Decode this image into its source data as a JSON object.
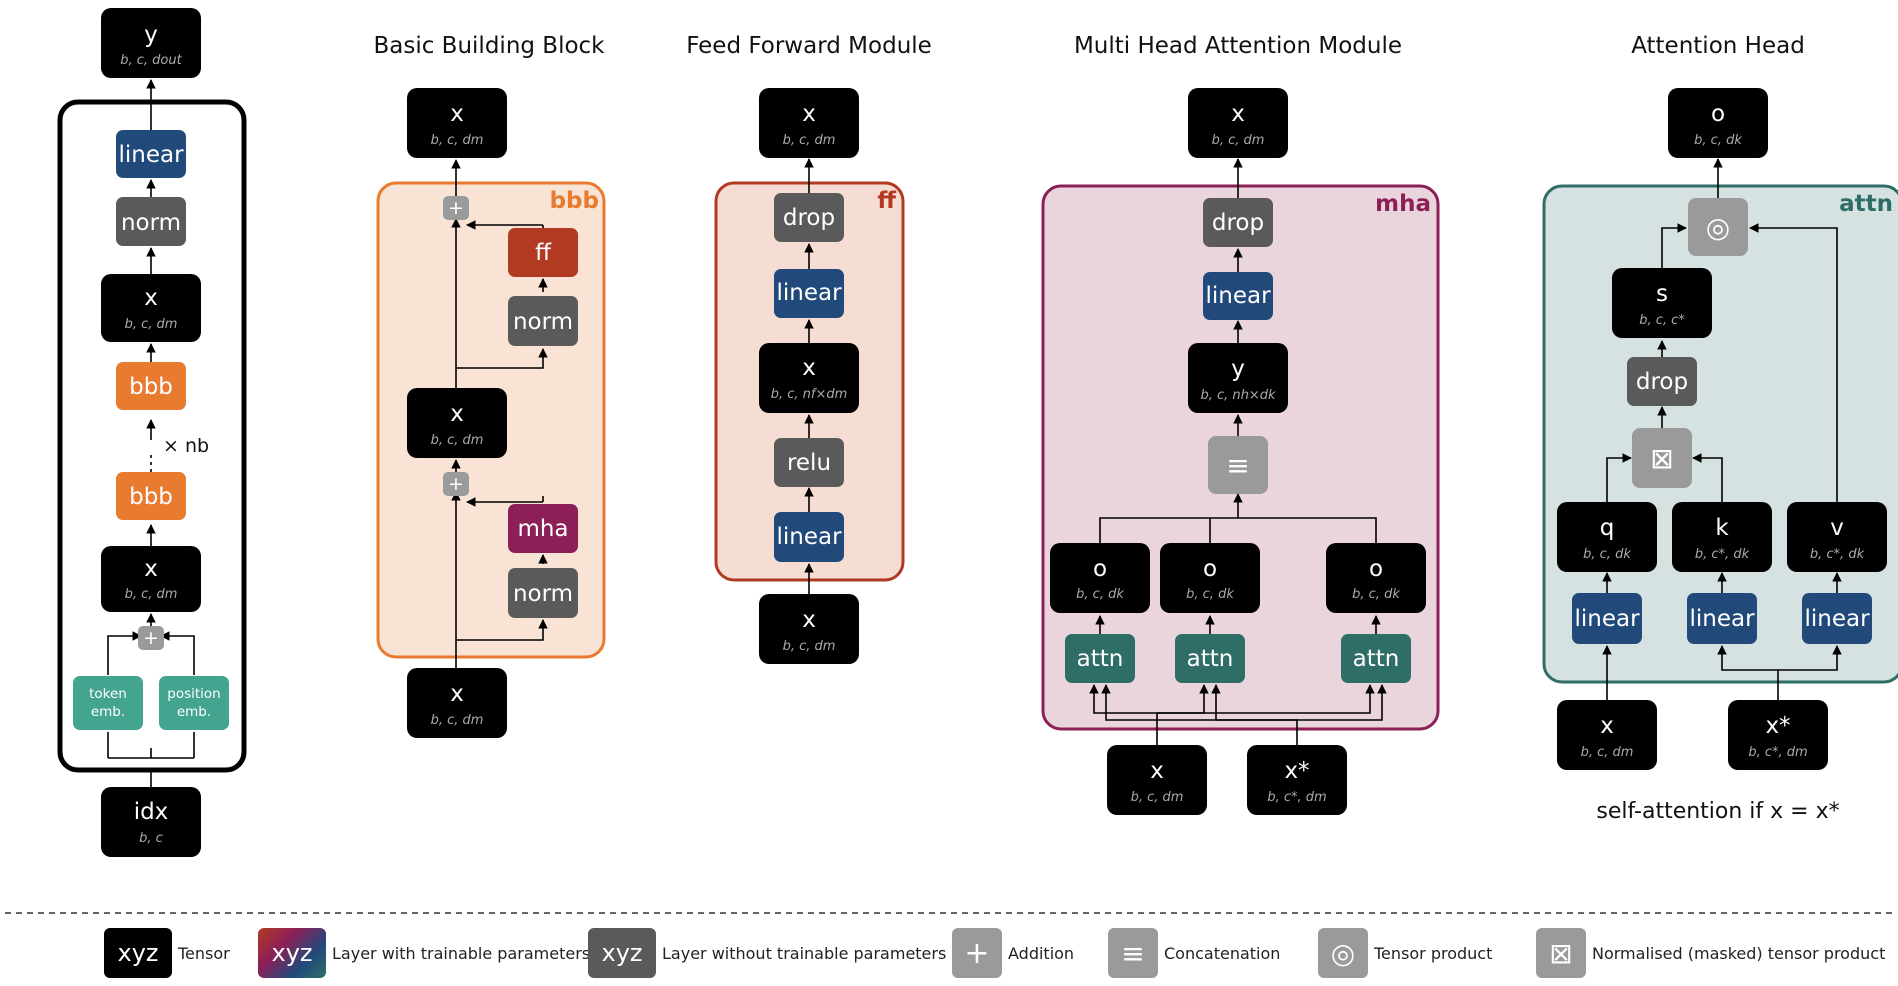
{
  "titles": {
    "bbb": "Basic Building Block",
    "ff": "Feed Forward Module",
    "mha": "Multi Head Attention Module",
    "attn": "Attention Head"
  },
  "colors": {
    "tensor": "#000000",
    "linear": "#214a7b",
    "gray_layer": "#5a5a5a",
    "light_gray": "#9a9a9a",
    "bbb": "#e87b30",
    "ff": "#b23a23",
    "mha": "#8c1f57",
    "attn": "#2e6e66",
    "emb": "#43a48f",
    "bbb_bg": "#f8e3d4",
    "ff_bg": "#f6ddd3",
    "mha_bg": "#ead5dc",
    "attn_bg": "#d6e2e1"
  },
  "module_tags": {
    "bbb": "bbb",
    "ff": "ff",
    "mha": "mha",
    "attn": "attn"
  },
  "main": {
    "y": {
      "label": "y",
      "dims": "b, c, dout"
    },
    "linear": "linear",
    "norm": "norm",
    "x_top": {
      "label": "x",
      "dims": "b, c, dm"
    },
    "bbb_top": "bbb",
    "repeat": "× nb",
    "bbb_bottom": "bbb",
    "x_bottom": {
      "label": "x",
      "dims": "b, c, dm"
    },
    "plus": "+",
    "token_emb": [
      "token",
      "emb."
    ],
    "position_emb": [
      "position",
      "emb."
    ],
    "idx": {
      "label": "idx",
      "dims": "b, c"
    }
  },
  "bbb": {
    "x_out": {
      "label": "x",
      "dims": "b, c, dm"
    },
    "plus": "+",
    "ff": "ff",
    "norm1": "norm",
    "x_mid": {
      "label": "x",
      "dims": "b, c, dm"
    },
    "mha": "mha",
    "norm2": "norm",
    "x_in": {
      "label": "x",
      "dims": "b, c, dm"
    }
  },
  "ff": {
    "x_out": {
      "label": "x",
      "dims": "b, c, dm"
    },
    "drop": "drop",
    "linear1": "linear",
    "x_mid": {
      "label": "x",
      "dims": "b, c, nf×dm"
    },
    "relu": "relu",
    "linear2": "linear",
    "x_in": {
      "label": "x",
      "dims": "b, c, dm"
    }
  },
  "mha": {
    "x_out": {
      "label": "x",
      "dims": "b, c, dm"
    },
    "drop": "drop",
    "linear": "linear",
    "y": {
      "label": "y",
      "dims": "b, c, nh×dk"
    },
    "concat": "≡",
    "o": {
      "label": "o",
      "dims": "b, c, dk"
    },
    "attn": "attn",
    "x_in": {
      "label": "x",
      "dims": "b, c, dm"
    },
    "xs_in": {
      "label": "x*",
      "dims": "b, c*, dm"
    }
  },
  "attn": {
    "o": {
      "label": "o",
      "dims": "b, c, dk"
    },
    "tensor_product": "◎",
    "s": {
      "label": "s",
      "dims": "b, c, c*"
    },
    "drop": "drop",
    "masked_product": "⊠",
    "q": {
      "label": "q",
      "dims": "b, c, dk"
    },
    "k": {
      "label": "k",
      "dims": "b, c*, dk"
    },
    "v": {
      "label": "v",
      "dims": "b, c*, dk"
    },
    "linear": "linear",
    "x_in": {
      "label": "x",
      "dims": "b, c, dm"
    },
    "xs_in": {
      "label": "x*",
      "dims": "b, c*, dm"
    },
    "note": "self-attention if x = x*"
  },
  "legend": {
    "tensor": {
      "swatch": "xyz",
      "text": "Tensor"
    },
    "trainable": {
      "swatch": "xyz",
      "text": "Layer with trainable parameters"
    },
    "non_trainable": {
      "swatch": "xyz",
      "text": "Layer without trainable parameters"
    },
    "addition": {
      "swatch": "+",
      "text": "Addition"
    },
    "concatenation": {
      "swatch": "≡",
      "text": "Concatenation"
    },
    "tensor_product": {
      "swatch": "◎",
      "text": "Tensor product"
    },
    "masked_product": {
      "swatch": "⊠",
      "text": "Normalised (masked) tensor product"
    }
  }
}
